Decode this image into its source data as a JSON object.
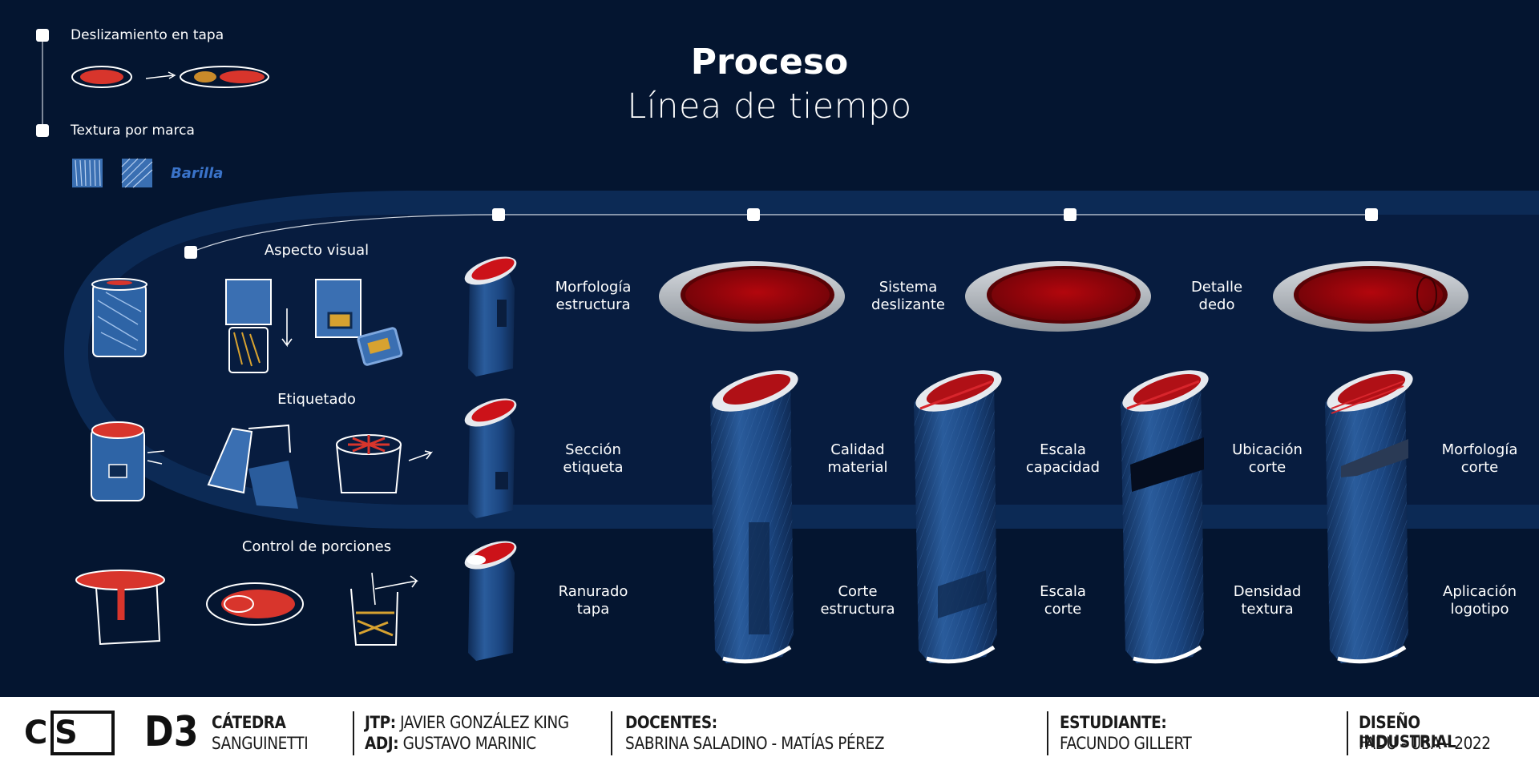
{
  "header": {
    "title": "Proceso",
    "subtitle": "Línea de tiempo"
  },
  "legend": {
    "slide": "Deslizamiento en tapa",
    "texture": "Textura por marca",
    "brand_logo": "Barilla"
  },
  "stages": {
    "visual": "Aspecto visual",
    "label": "Etiquetado",
    "portion": "Control de porciones"
  },
  "labels": {
    "morph_struct": [
      "Morfología",
      "estructura"
    ],
    "label_section": [
      "Sección",
      "etiqueta"
    ],
    "lid_groove": [
      "Ranurado",
      "tapa"
    ],
    "slide_system": [
      "Sistema",
      "deslizante"
    ],
    "finger_detail": [
      "Detalle",
      "dedo"
    ],
    "material_quality": [
      "Calidad",
      "material"
    ],
    "capacity_scale": [
      "Escala",
      "capacidad"
    ],
    "cut_location": [
      "Ubicación",
      "corte"
    ],
    "cut_morph": [
      "Morfología",
      "corte"
    ],
    "structure_cut": [
      "Corte",
      "estructura"
    ],
    "cut_scale": [
      "Escala",
      "corte"
    ],
    "texture_density": [
      "Densidad",
      "textura"
    ],
    "logo_application": [
      "Aplicación",
      "logotipo"
    ]
  },
  "footer": {
    "logo_c": "C",
    "logo_s": "S",
    "code": "D3",
    "chair_label": "CÁTEDRA",
    "chair_name": "SANGUINETTI",
    "jtp_label": "JTP:",
    "jtp_name": "JAVIER GONZÁLEZ KING",
    "adj_label": "ADJ:",
    "adj_name": "GUSTAVO MARINIC",
    "teachers_label": "DOCENTES:",
    "teachers_names": "SABRINA SALADINO - MATÍAS PÉREZ",
    "student_label": "ESTUDIANTE:",
    "student_name": "FACUNDO GILLERT",
    "program": "DISEÑO INDUSTRIAL",
    "institution": "FADU - UBA - 2022"
  },
  "colors": {
    "background": "#041530",
    "band": "#0c2a55",
    "container_blue": "#1d4a86",
    "lid_red": "#c8151b",
    "footer_bg": "#ffffff"
  }
}
